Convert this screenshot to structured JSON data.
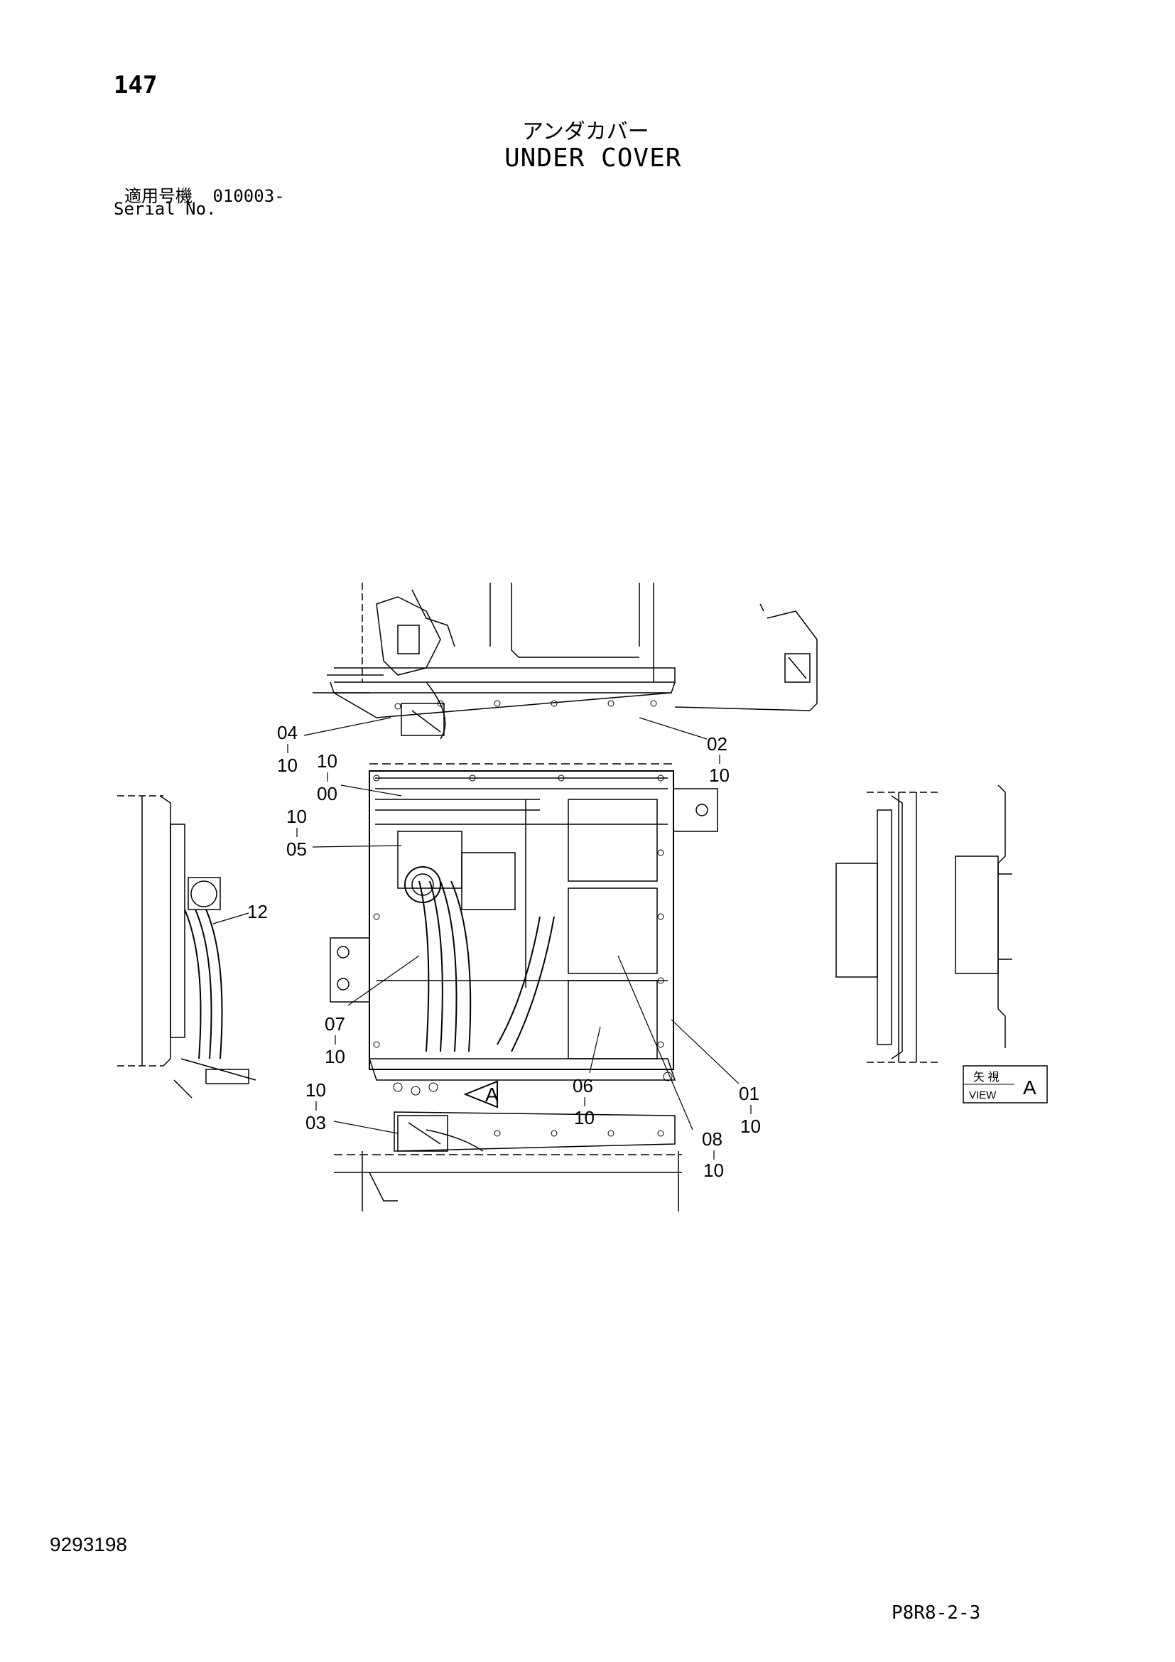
{
  "header": {
    "page_number": "147",
    "title_jp": "アンダカバー",
    "title_en": "UNDER COVER",
    "serial_label_jp": "適用号機",
    "serial_value": "010003-",
    "serial_label_en": "Serial No."
  },
  "callouts": [
    {
      "top": "04",
      "bottom": "10"
    },
    {
      "top": "02",
      "bottom": "10"
    },
    {
      "top": "10",
      "bottom": "00"
    },
    {
      "top": "10",
      "bottom": "05"
    },
    {
      "top": "12",
      "bottom": ""
    },
    {
      "top": "07",
      "bottom": "10"
    },
    {
      "top": "10",
      "bottom": "03"
    },
    {
      "top": "06",
      "bottom": "10"
    },
    {
      "top": "01",
      "bottom": "10"
    },
    {
      "top": "08",
      "bottom": "10"
    }
  ],
  "view": {
    "marker": "A",
    "box_jp": "矢 視",
    "box_en": "VIEW",
    "box_letter": "A"
  },
  "footer": {
    "doc_number": "9293198",
    "page_code": "P8R8-2-3"
  }
}
